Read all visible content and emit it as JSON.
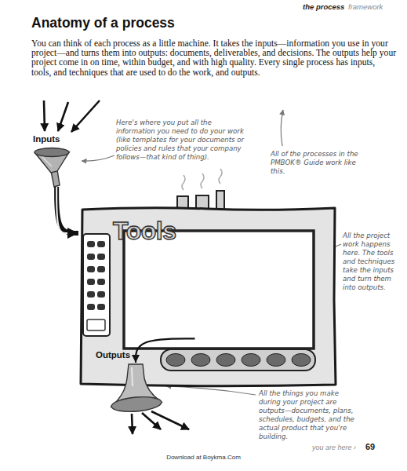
{
  "diagram": {
    "title": "Anatomy of a process",
    "nodes": [
      {
        "text": [
          "Inputs"
        ]
      },
      {
        "text": [
          "Tools"
        ]
      },
      {
        "text": [
          "Outputs"
        ]
      }
    ],
    "edges": [
      {
        "from": 0,
        "to": 1,
        "arrow": "to"
      },
      {
        "from": 1,
        "to": 2,
        "arrow": "to"
      }
    ],
    "labels": [
      "the process",
      "framework",
      "You can think of each process as a little machine. It takes the inputs—information you use in your project—and turns them into outputs: documents, deliverables, and decisions. The outputs help your project come in on time, within budget, and with high quality. Every single process has inputs, tools, and techniques that are used to do the work, and outputs.",
      "Here's where you put all the information you need to do your work (like templates for your documents or policies and rules that your company follows—that kind of thing).",
      "All of the processes in the PMBOK® Guide work like this.",
      "All the project work happens here. The tools and techniques take the inputs and turn them into outputs.",
      "All the things you make during your project are outputs—documents, plans, schedules, budgets, and the actual product that you're building.",
      "you are here ›",
      "69",
      "Download at Boykma.Com"
    ]
  }
}
